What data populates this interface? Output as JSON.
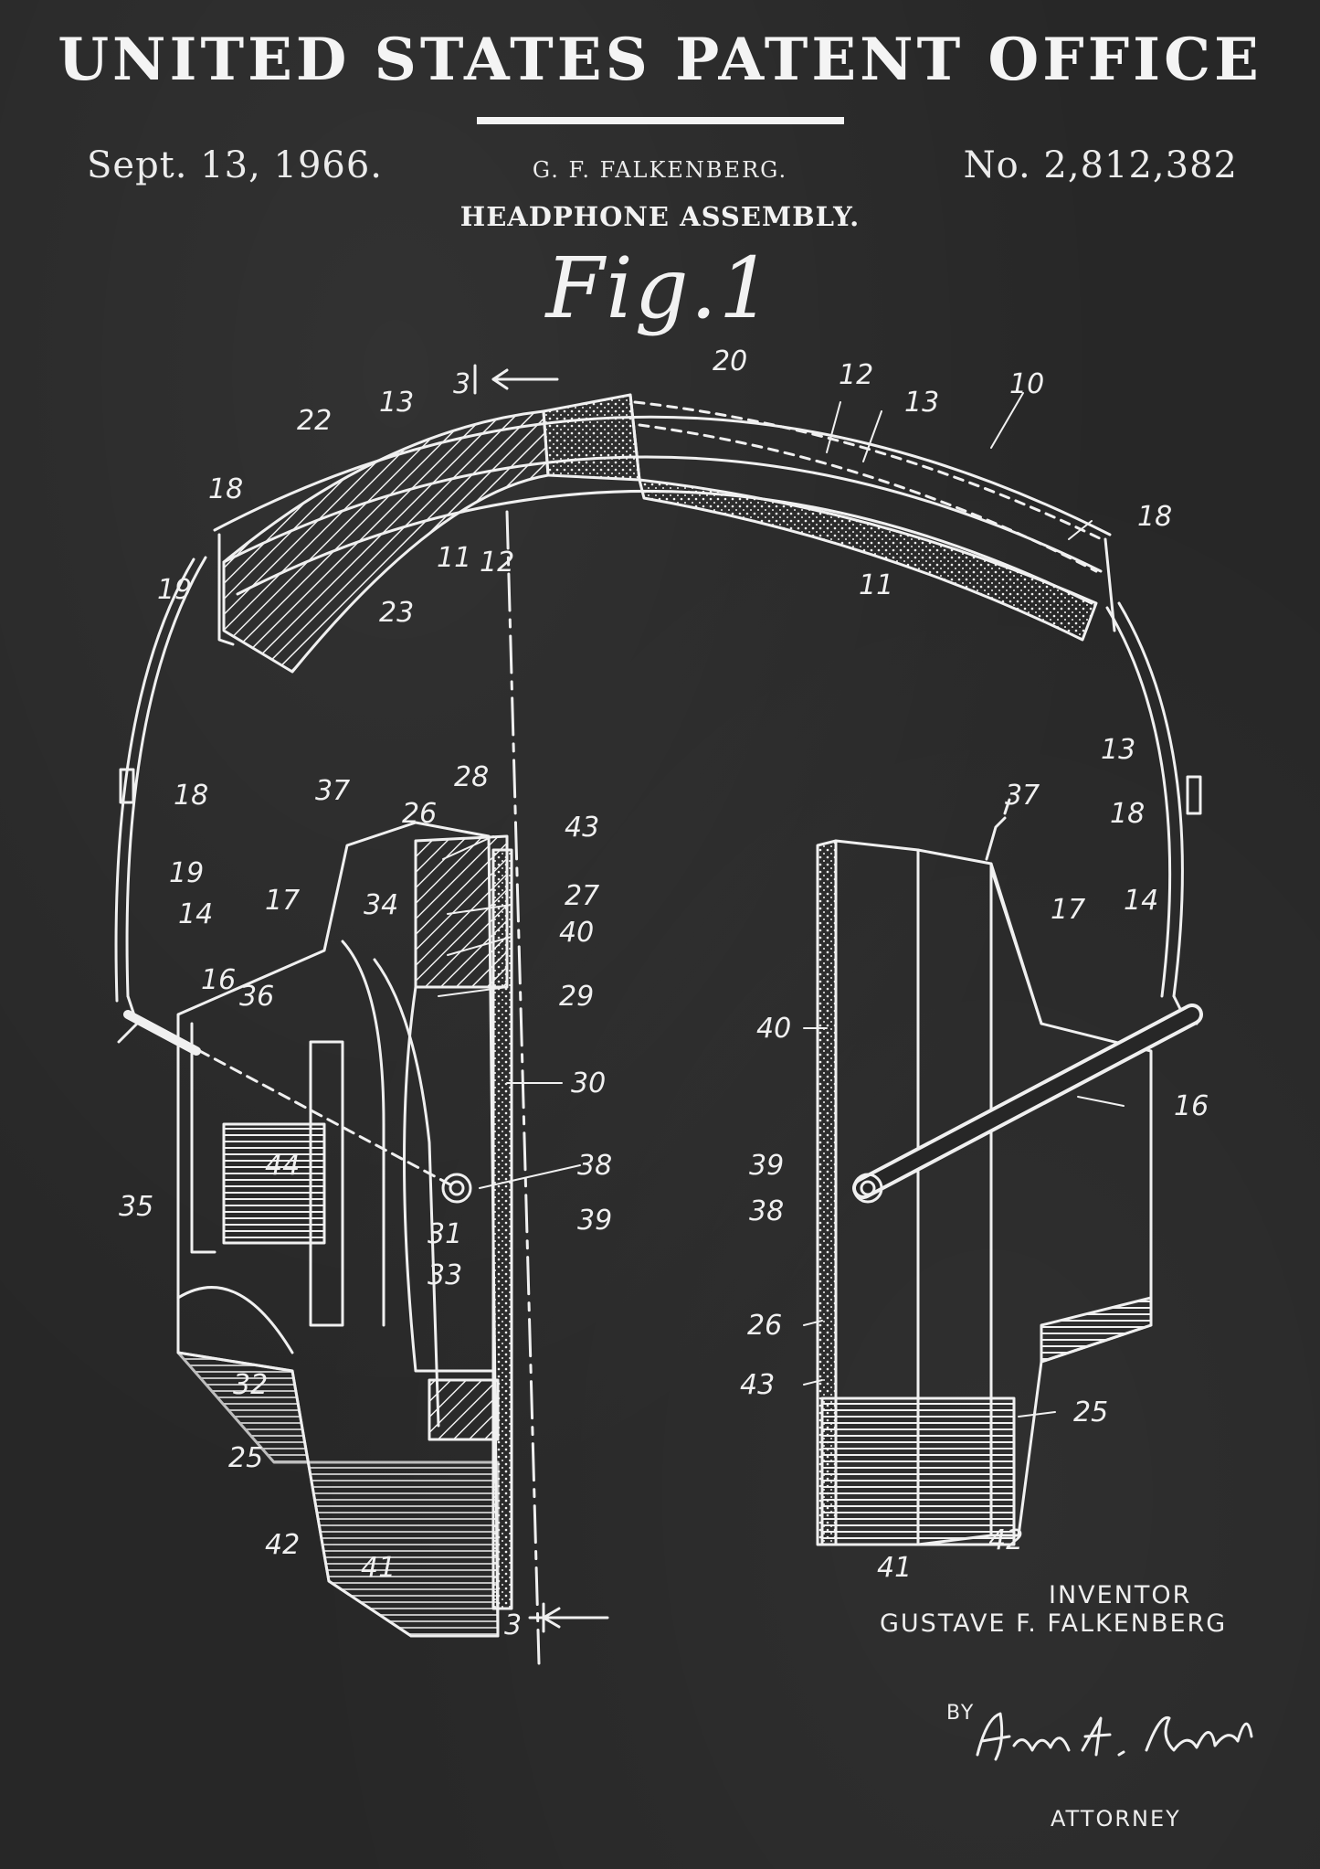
{
  "header": {
    "office_title": "UNITED STATES PATENT OFFICE",
    "date": "Sept. 13, 1966.",
    "inventor_short": "G. F. FALKENBERG.",
    "patent_number": "No. 2,812,382",
    "patent_title": "HEADPHONE ASSEMBLY.",
    "figure_label": "Fig.1"
  },
  "drawing": {
    "section_markers": [
      "3",
      "3"
    ],
    "reference_numerals": [
      "10",
      "11",
      "11",
      "12",
      "12",
      "13",
      "13",
      "13",
      "14",
      "14",
      "16",
      "16",
      "17",
      "17",
      "18",
      "18",
      "18",
      "18",
      "19",
      "19",
      "20",
      "22",
      "23",
      "25",
      "25",
      "26",
      "26",
      "27",
      "28",
      "29",
      "30",
      "31",
      "32",
      "33",
      "34",
      "35",
      "36",
      "37",
      "37",
      "38",
      "38",
      "39",
      "39",
      "40",
      "40",
      "41",
      "41",
      "42",
      "42",
      "43",
      "43",
      "44"
    ]
  },
  "credits": {
    "inventor_label": "INVENTOR",
    "inventor_name": "GUSTAVE F. FALKENBERG",
    "by_label": "BY",
    "signature": "Arthur H. Seidel",
    "attorney_label": "ATTORNEY"
  },
  "colors": {
    "background": "#272727",
    "ink": "#f2f2f2"
  }
}
